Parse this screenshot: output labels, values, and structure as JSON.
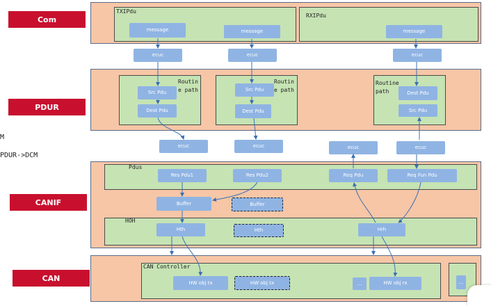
{
  "layers": {
    "com": "Com",
    "pdur": "PDUR",
    "canif": "CANIF",
    "can": "CAN"
  },
  "side_text": [
    "M",
    "PDUR->DCM"
  ],
  "com": {
    "tx_title": "TXIPdu",
    "rx_title": "RXIPdu",
    "message": "message"
  },
  "ecuc": "ecuc",
  "pdur": {
    "routing_path_split": "Routin e path",
    "routine_path": "Routine path",
    "src_pdu": "Src Pdu",
    "dest_pdu": "Dest Pdu",
    "dest_pdu_wrapped": "Dest Pdu"
  },
  "canif": {
    "pdus_title": "Pdus",
    "res_pdu1": "Res Pdu1",
    "res_pdu2": "Res Pdu2",
    "req_pdu": "Req Pdu",
    "req_fun_pdu": "Req Fun Pdu",
    "buffer": "Buffer",
    "hoh_title": "HOH",
    "hth": "Hth",
    "hrh": "Hrh"
  },
  "can": {
    "controller_title": "CAN Controller",
    "hw_obj_tx": "HW obj tx",
    "hw_obj_rx": "HW obj rx",
    "ellipsis": "…"
  },
  "colors": {
    "label_red": "#c8102e",
    "layer_peach": "#f6c6a6",
    "container_green": "#c6e3b4",
    "box_blue": "#8fb4e3"
  }
}
